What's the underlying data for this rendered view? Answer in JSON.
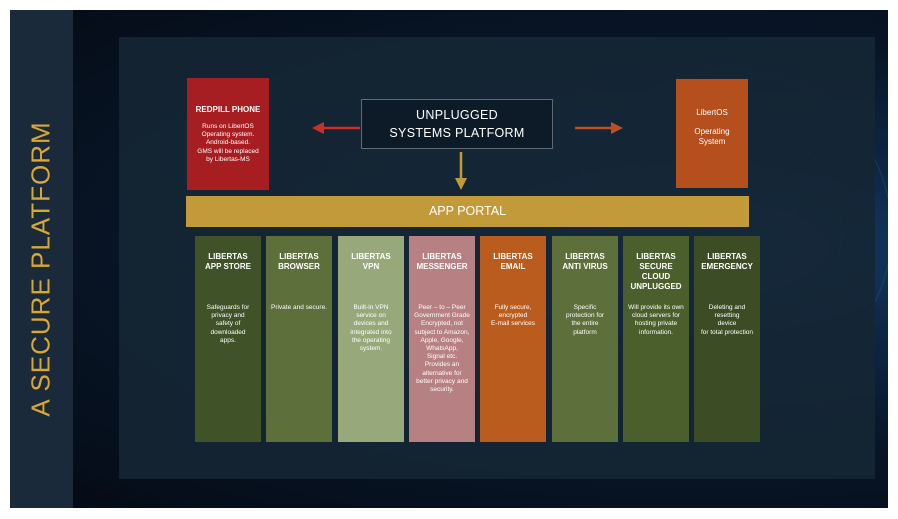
{
  "slide_title": "A SECURE PLATFORM",
  "center": {
    "title_line1": "UNPLUGGED",
    "title_line2": "SYSTEMS PLATFORM"
  },
  "redpill": {
    "title": "REDPILL PHONE",
    "desc_lines": [
      "Runs on LibertOS",
      "Operating system.",
      "Android-based.",
      "GMS will be replaced",
      "by Libertas-MS"
    ]
  },
  "libertos": {
    "line1": "LibertOS",
    "line2": "Operating",
    "line3": "System"
  },
  "portal": {
    "label": "APP PORTAL"
  },
  "columns": [
    {
      "title_lines": [
        "LIBERTAS",
        "APP STORE"
      ],
      "desc_lines": [
        "Safeguards for",
        "privacy and",
        "safety of",
        "downloaded",
        "apps."
      ],
      "color": "#3f5228"
    },
    {
      "title_lines": [
        "LIBERTAS",
        "BROWSER"
      ],
      "desc_lines": [
        "Private and secure."
      ],
      "color": "#5d6f3a"
    },
    {
      "title_lines": [
        "LIBERTAS",
        "VPN"
      ],
      "desc_lines": [
        "Built-in VPN",
        "service on",
        "devices and",
        "integrated into",
        "the operating",
        "system."
      ],
      "color": "#97a97b"
    },
    {
      "title_lines": [
        "LIBERTAS",
        "MESSENGER"
      ],
      "desc_lines": [
        "Peer – to – Peer",
        "Government Grade",
        "Encrypted, not",
        "subject to Amazon,",
        "Apple, Google,",
        "WhatsApp,",
        "Signal etc.",
        "Provides an",
        "alternative for",
        "better privacy and",
        "security."
      ],
      "color": "#b78082"
    },
    {
      "title_lines": [
        "LIBERTAS",
        "EMAIL"
      ],
      "desc_lines": [
        "Fully secure,",
        "encrypted",
        "E-mail services"
      ],
      "color": "#bb5c1f"
    },
    {
      "title_lines": [
        "LIBERTAS",
        "ANTI VIRUS"
      ],
      "desc_lines": [
        "Specific",
        "protection for",
        "the entire",
        "platform"
      ],
      "color": "#5d6f3a"
    },
    {
      "title_lines": [
        "LIBERTAS",
        "SECURE CLOUD",
        "UNPLUGGED"
      ],
      "desc_lines": [
        "Will provide its own",
        "cloud servers for",
        "hosting private",
        "information."
      ],
      "color": "#4a5f2c"
    },
    {
      "title_lines": [
        "LIBERTAS",
        "EMERGENCY"
      ],
      "desc_lines": [
        "Deleting and",
        "resetting",
        "device",
        "for total protection"
      ],
      "color": "#3c4d26"
    }
  ],
  "colors": {
    "slide_bg": "#081321",
    "side_band": "#1b2a3b",
    "title_gold": "#d9a830",
    "redpill": "#a61e22",
    "libertos": "#b5501e",
    "portal": "#c39a3a",
    "arrow_red": "#c9302c",
    "arrow_orange": "#b8502a",
    "arrow_gold": "#c39a3a"
  }
}
